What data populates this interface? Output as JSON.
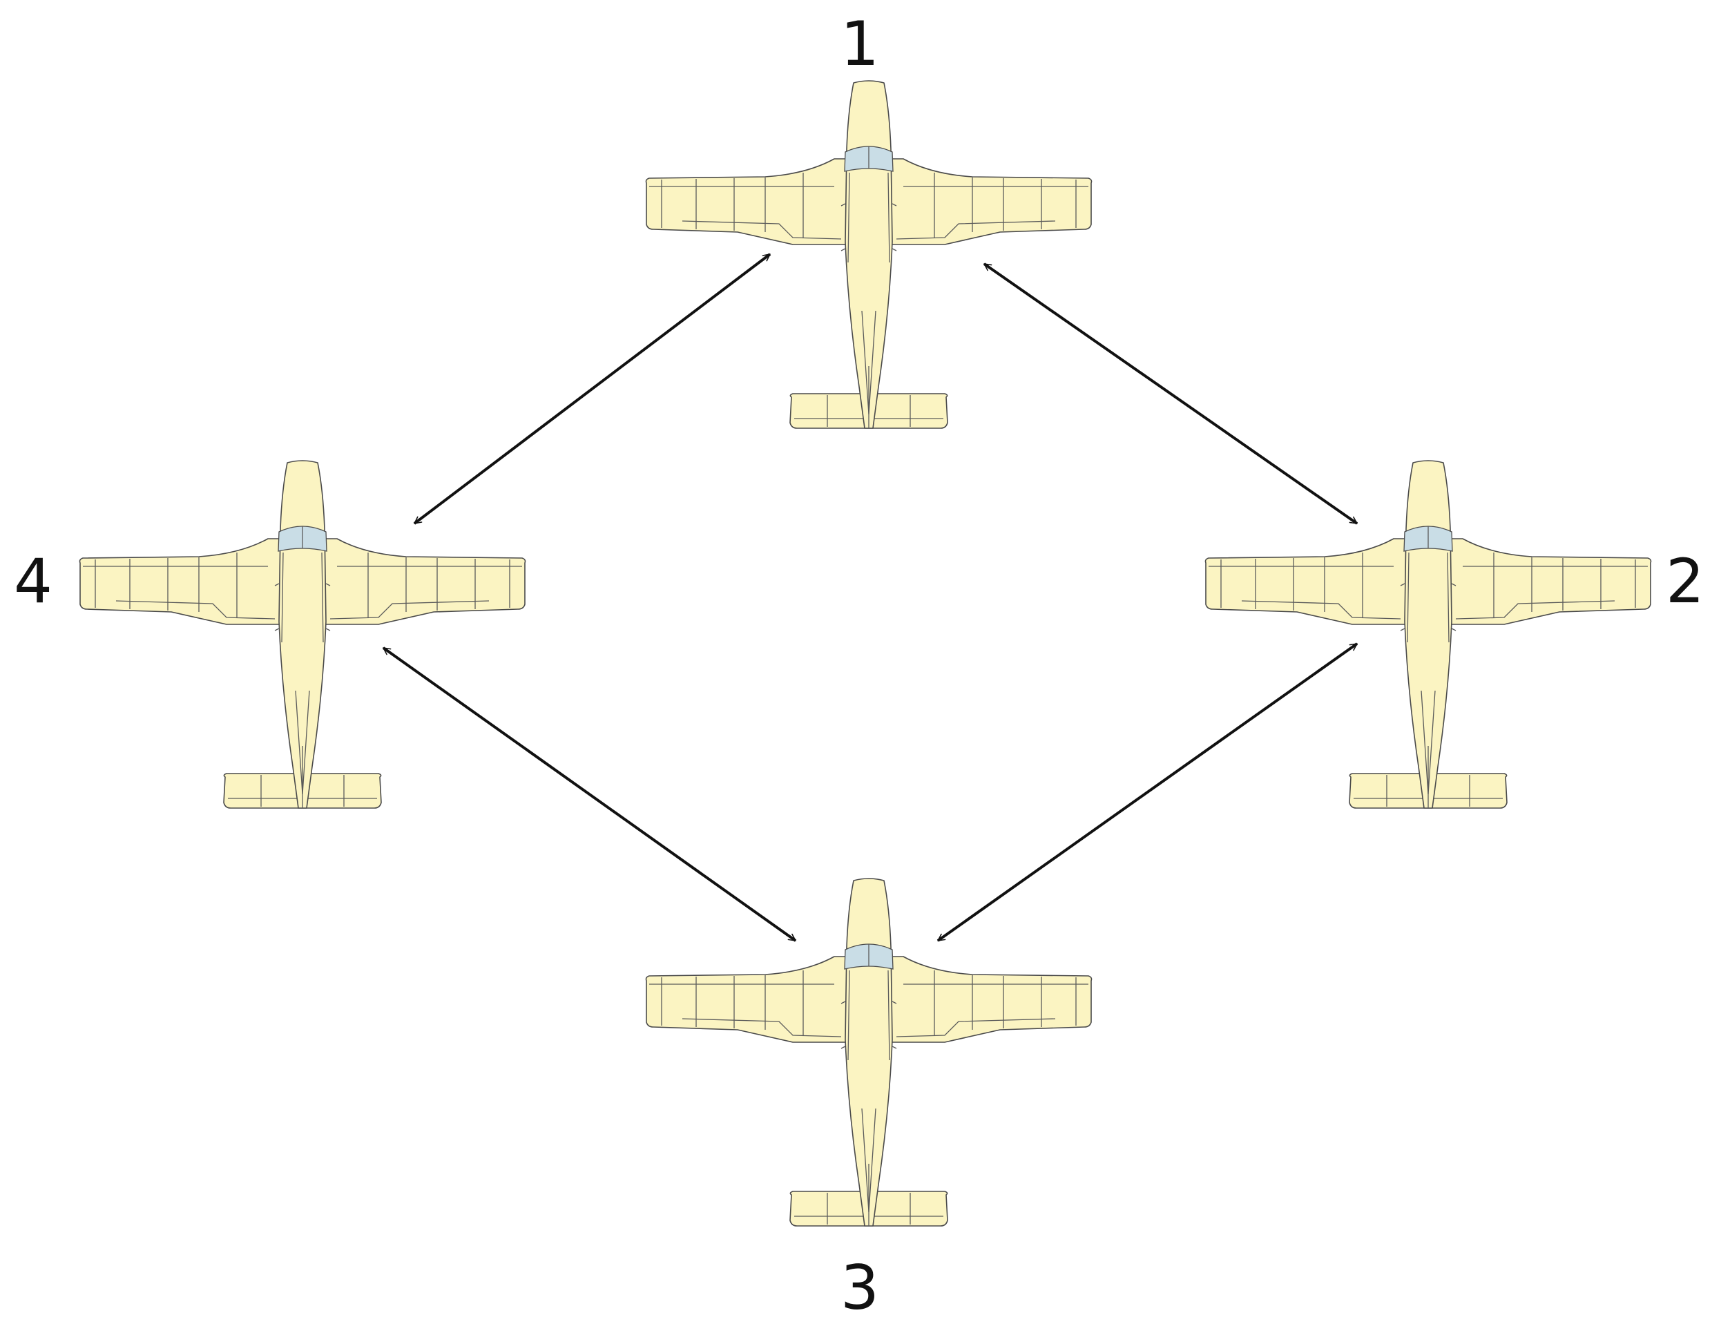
{
  "diagram": {
    "type": "formation-communication",
    "nodes": [
      {
        "id": "1",
        "label": "1",
        "position": "top"
      },
      {
        "id": "2",
        "label": "2",
        "position": "right"
      },
      {
        "id": "3",
        "label": "3",
        "position": "bottom"
      },
      {
        "id": "4",
        "label": "4",
        "position": "left"
      }
    ],
    "links": [
      {
        "from": "1",
        "to": "2",
        "direction": "bidirectional"
      },
      {
        "from": "1",
        "to": "4",
        "direction": "bidirectional"
      },
      {
        "from": "2",
        "to": "3",
        "direction": "bidirectional"
      },
      {
        "from": "3",
        "to": "4",
        "direction": "bidirectional"
      }
    ],
    "icon": "airplane-top-view-icon",
    "colors": {
      "plane_fill": "#fbf4c2",
      "canopy_fill": "#c9dde6",
      "outline": "#4a4a4a",
      "arrow": "#111111",
      "label": "#111111",
      "background": "#ffffff"
    }
  }
}
